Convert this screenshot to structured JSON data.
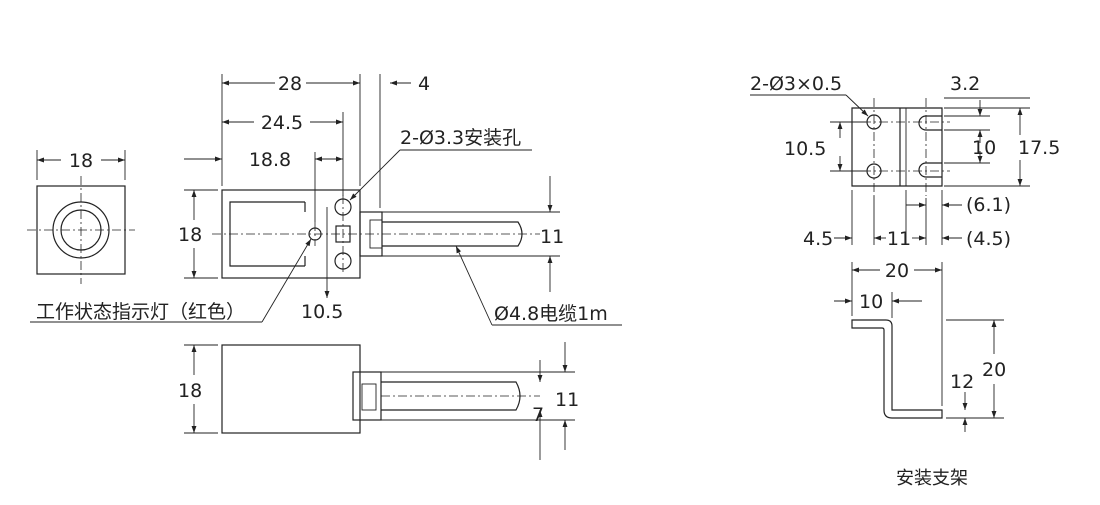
{
  "front_view": {
    "dim_width": "28",
    "dim_cable_offset": "4",
    "dim_hole_spacing": "24.5",
    "dim_led_pos": "18.8",
    "dim_height": "18",
    "dim_hole_pitch": "10.5",
    "hole_callout": "2-Ø3.3安装孔",
    "cable_dim": "11",
    "cable_callout": "Ø4.8电缆1m",
    "led_callout": "工作状态指示灯（红色）"
  },
  "end_view": {
    "dim_width": "18"
  },
  "side_view": {
    "dim_height": "18",
    "dim_cable_outer": "11",
    "dim_cable_inner": "7"
  },
  "bracket_top": {
    "slot_callout": "2-Ø3×0.5",
    "dim_slot_width": "3.2",
    "dim_hole_pitch": "10.5",
    "dim_slot_pitch": "10",
    "dim_height": "17.5",
    "dim_offset_paren": "(6.1)",
    "dim_left": "4.5",
    "dim_mid": "11",
    "dim_right_paren": "(4.5)"
  },
  "bracket_side": {
    "dim_width": "20",
    "dim_leg": "10",
    "dim_inner_height": "12",
    "dim_height": "20"
  },
  "caption": "安装支架"
}
